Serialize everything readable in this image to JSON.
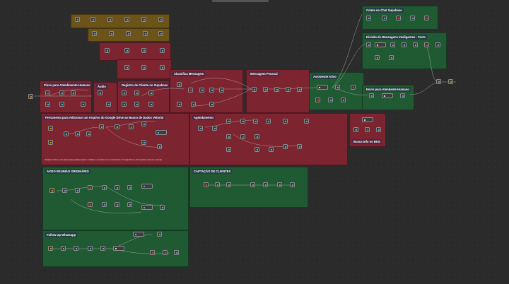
{
  "groups": {
    "fluxo_humano": "Fluxo para Atendimento Humano",
    "audio": "Áudio",
    "registro_cliente": "Registro de Cliente no Supabase",
    "classifica": "Classifica Mensagem",
    "mensagem_pessoal": "Mensagem Pessoal",
    "assistente_ativo": "Assistente Ativo",
    "coleta_chat": "Coleta no Chat Supabase",
    "divisao_mensagens": "Divisão de Mensagens Inteligentes - Texto",
    "envio_atendente": "Envio para Atendente Humano",
    "ferramenta": "Ferramenta para Adicionar um Arquivo do Google Drive ao Banco de Dados Vetorial",
    "agendamento": "Agendamento",
    "busca_info": "Busca Info no BKG",
    "aviso_reuniao": "AVISO REUNIÃO ORIGINÁRIO",
    "captacao": "CAPTAÇÃO DE CLIENTES",
    "follow_up": "Follow Up Whatsapp"
  },
  "notes": {
    "ferramenta_footer": "Atenção: lembre-se de salvar após qualquer ajuste e verifique a conexão com as credenciais do Google Drive e do Supabase antes de executar."
  }
}
